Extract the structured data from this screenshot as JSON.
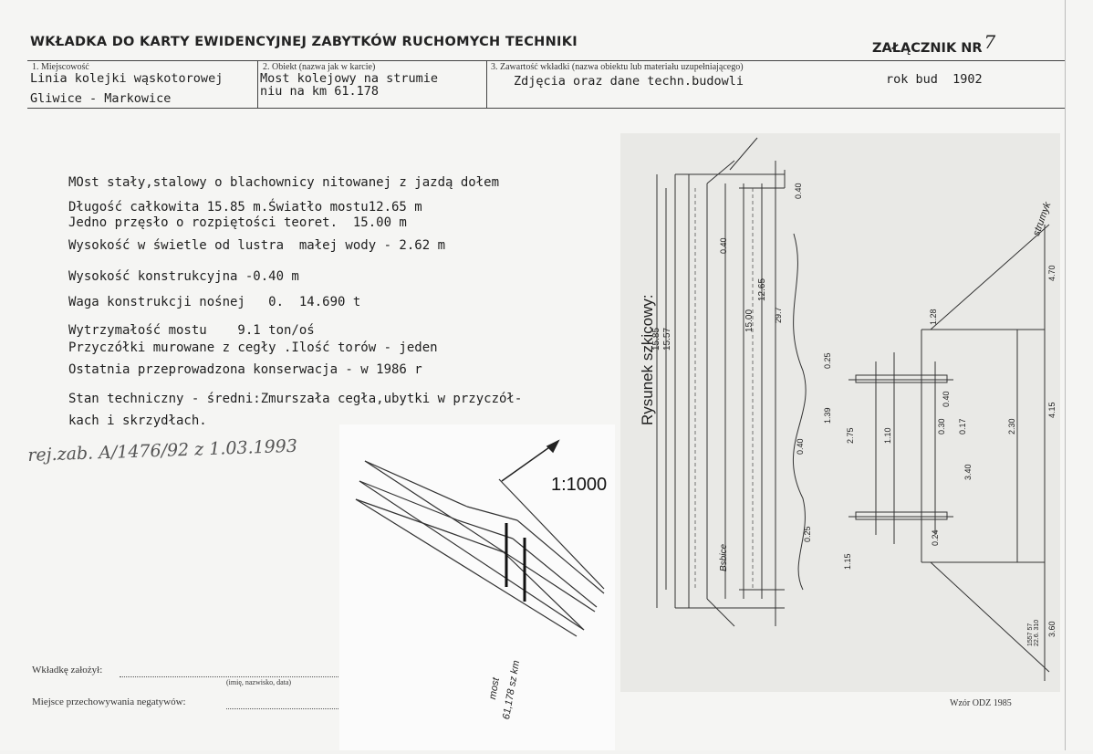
{
  "header": {
    "title": "WKŁADKA DO KARTY EWIDENCYJNEJ ZABYTKÓW RUCHOMYCH TECHNIKI",
    "annex_label": "ZAŁĄCZNIK NR",
    "annex_number": "7"
  },
  "fields": {
    "locality_label": "1. Miejscowość",
    "locality_line1": "Linia kolejki wąskotorowej",
    "locality_line2": "Gliwice - Markowice",
    "object_label": "2. Obiekt (nazwa jak w karcie)",
    "object_line1": "Most kolejowy na strumie",
    "object_line2": "niu na km 61.178",
    "contents_label": "3. Zawartość wkładki (nazwa obiektu lub materiału uzupełniającego)",
    "contents_value": "Zdjęcia oraz dane techn.budowli",
    "year_value": "rok bud  1902"
  },
  "body": [
    "MOst stały,stalowy o blachownicy nitowanej z jazdą dołem",
    "Długość całkowita 15.85 m.Światło mostu12.65 m",
    "Jedno przęsło o rozpiętości teoret.  15.00 m",
    "Wysokość w świetle od lustra  małej wody - 2.62 m",
    "Wysokość konstrukcyjna -0.40 m",
    "Waga konstrukcji nośnej   0.  14.690 t",
    "Wytrzymałość mostu    9.1 ton/oś",
    "Przyczółki murowane z cegły .Ilość torów - jeden",
    "Ostatnia przeprowadzona konserwacja - w 1986 r",
    "Stan techniczny - średni:Zmurszała cegła,ubytki w przyczół-",
    "kach i skrzydłach."
  ],
  "handwritten_note": "rej.zab. A/1476/92 z 1.03.1993",
  "map": {
    "scale": "1:1000",
    "bridge_label_line1": "most",
    "bridge_label_line2": "61,178 sz km"
  },
  "drawing": {
    "sketch_title": "Rysunek szkicowy:",
    "stream_label": "strumyk",
    "side_label": "Bsbice",
    "dims": {
      "d1585": "15.85",
      "d1557": "15.57",
      "d1500": "15.00",
      "d1265": "12.65",
      "d040a": "0.40",
      "d040b": "0.40",
      "d040c": "0.40",
      "d040d": "0.40",
      "d297": "29.7",
      "d128": "1.28",
      "d025a": "0.25",
      "d025b": "0.25",
      "d139": "1.39",
      "d275": "2.75",
      "d110": "1.10",
      "d030": "0.30",
      "d017": "0.17",
      "d340": "3.40",
      "d230": "2.30",
      "d024": "0.24",
      "d115": "1.15",
      "d470": "4.70",
      "d415": "4.15",
      "d360": "3.60"
    },
    "print_code": "1557 57 22.6. 310"
  },
  "footer": {
    "founder_label": "Wkładkę założył:",
    "founder_hint": "(imię, nazwisko, data)",
    "storage_label": "Miejsce przechowywania negatywów:",
    "form_model": "Wzór ODZ 1985"
  }
}
